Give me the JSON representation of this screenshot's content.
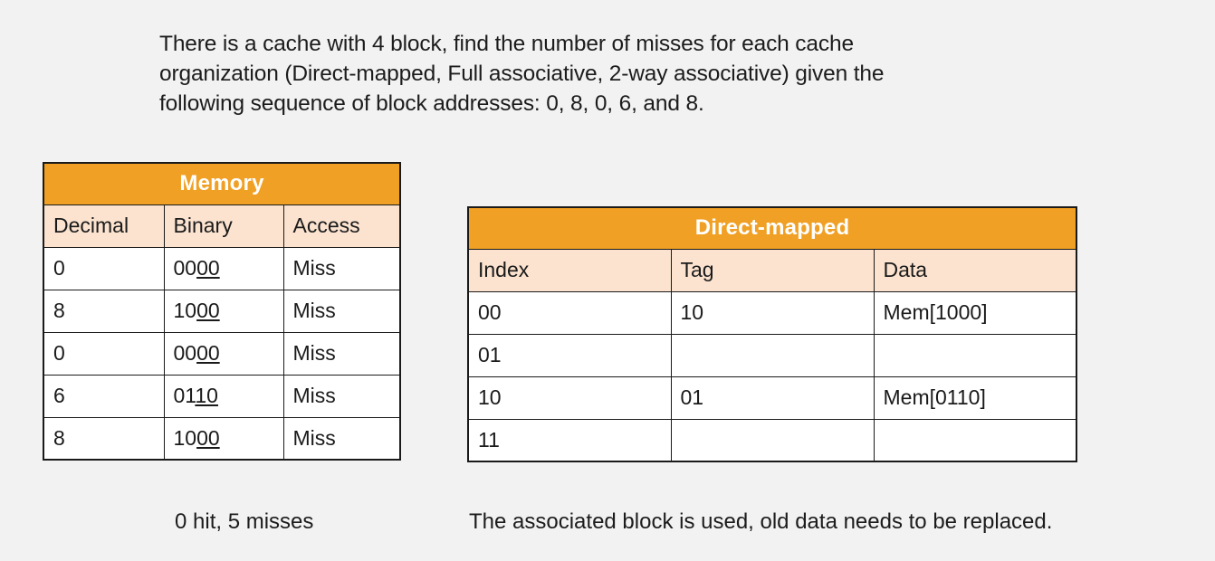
{
  "question": {
    "text": "There is a cache with 4 block, find the number of misses for each cache organization (Direct-mapped, Full associative, 2-way associative) given the following sequence of block addresses: 0, 8, 0, 6, and 8."
  },
  "colors": {
    "header_orange": "#f0a024",
    "subheader_peach": "#fbe3d0",
    "page_background": "#f2f2f2",
    "border": "#1a1a1a",
    "text": "#1c1c1c",
    "header_text": "#ffffff"
  },
  "memory_table": {
    "title": "Memory",
    "columns": [
      "Decimal",
      "Binary",
      "Access"
    ],
    "rows": [
      {
        "decimal": "0",
        "binary_prefix": "00",
        "binary_index": "00",
        "binary": "0000",
        "access": "Miss"
      },
      {
        "decimal": "8",
        "binary_prefix": "10",
        "binary_index": "00",
        "binary": "1000",
        "access": "Miss"
      },
      {
        "decimal": "0",
        "binary_prefix": "00",
        "binary_index": "00",
        "binary": "0000",
        "access": "Miss"
      },
      {
        "decimal": "6",
        "binary_prefix": "01",
        "binary_index": "10",
        "binary": "0110",
        "access": "Miss"
      },
      {
        "decimal": "8",
        "binary_prefix": "10",
        "binary_index": "00",
        "binary": "1000",
        "access": "Miss"
      }
    ],
    "caption": "0 hit, 5 misses"
  },
  "direct_mapped_table": {
    "title": "Direct-mapped",
    "columns": [
      "Index",
      "Tag",
      "Data"
    ],
    "rows": [
      {
        "index": "00",
        "tag": "10",
        "data": "Mem[1000]"
      },
      {
        "index": "01",
        "tag": "",
        "data": ""
      },
      {
        "index": "10",
        "tag": "01",
        "data": "Mem[0110]"
      },
      {
        "index": "11",
        "tag": "",
        "data": ""
      }
    ],
    "caption": "The associated block is used, old data needs to be replaced."
  }
}
